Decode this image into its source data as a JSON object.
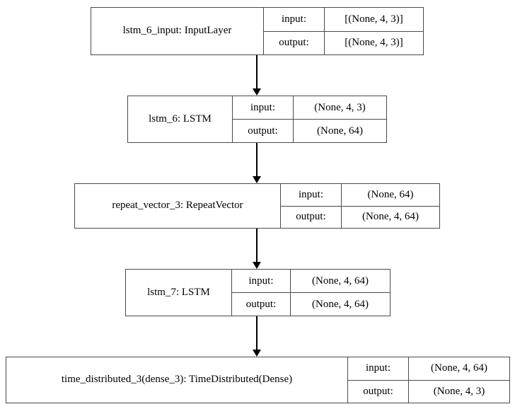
{
  "diagram": {
    "title": "Keras model architecture plot",
    "io_labels": {
      "input": "input:",
      "output": "output:"
    },
    "colors": {
      "border": "#4a4a4a",
      "arrow": "#000000",
      "background": "#ffffff",
      "text": "#000000"
    },
    "nodes": [
      {
        "id": "lstm_6_input",
        "name": "lstm_6_input: InputLayer",
        "input_label": "input:",
        "output_label": "output:",
        "input_shape": "[(None, 4, 3)]",
        "output_shape": "[(None, 4, 3)]"
      },
      {
        "id": "lstm_6",
        "name": "lstm_6: LSTM",
        "input_label": "input:",
        "output_label": "output:",
        "input_shape": "(None, 4, 3)",
        "output_shape": "(None, 64)"
      },
      {
        "id": "repeat_vector_3",
        "name": "repeat_vector_3: RepeatVector",
        "input_label": "input:",
        "output_label": "output:",
        "input_shape": "(None, 64)",
        "output_shape": "(None, 4, 64)"
      },
      {
        "id": "lstm_7",
        "name": "lstm_7: LSTM",
        "input_label": "input:",
        "output_label": "output:",
        "input_shape": "(None, 4, 64)",
        "output_shape": "(None, 4, 64)"
      },
      {
        "id": "time_distributed_3",
        "name": "time_distributed_3(dense_3): TimeDistributed(Dense)",
        "input_label": "input:",
        "output_label": "output:",
        "input_shape": "(None, 4, 64)",
        "output_shape": "(None, 4, 3)"
      }
    ],
    "edges": [
      {
        "from": "lstm_6_input",
        "to": "lstm_6"
      },
      {
        "from": "lstm_6",
        "to": "repeat_vector_3"
      },
      {
        "from": "repeat_vector_3",
        "to": "lstm_7"
      },
      {
        "from": "lstm_7",
        "to": "time_distributed_3"
      }
    ]
  }
}
